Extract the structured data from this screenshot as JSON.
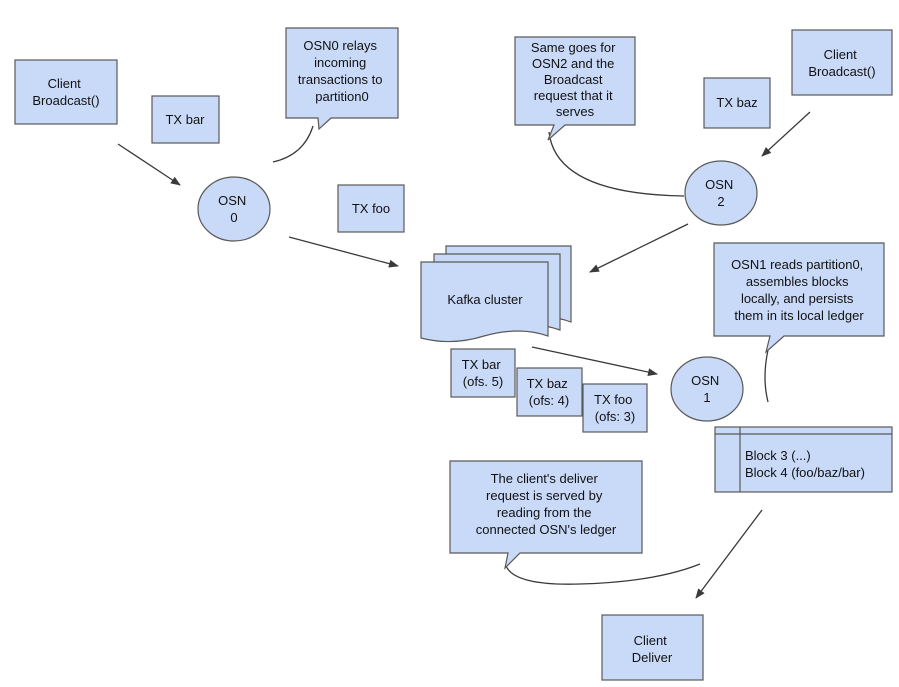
{
  "colors": {
    "fill": "#c9daf8",
    "stroke": "#595959",
    "line": "#3a3a3a"
  },
  "nodes": {
    "client_broadcast_left": [
      "Client",
      "Broadcast()"
    ],
    "client_broadcast_right": [
      "Client",
      "Broadcast()"
    ],
    "tx_bar": [
      "TX bar"
    ],
    "tx_foo": [
      "TX foo"
    ],
    "tx_baz": [
      "TX baz"
    ],
    "osn0": [
      "OSN",
      "0"
    ],
    "osn2": [
      "OSN",
      "2"
    ],
    "osn1": [
      "OSN",
      "1"
    ],
    "kafka": [
      "Kafka cluster"
    ],
    "tx_bar_ofs": [
      "TX bar",
      "(ofs. 5)"
    ],
    "tx_baz_ofs": [
      "TX baz",
      "(ofs: 4)"
    ],
    "tx_foo_ofs": [
      "TX foo",
      "(ofs: 3)"
    ],
    "ledger": [
      "Block 3 (...)",
      "Block 4 (foo/baz/bar)"
    ],
    "client_deliver": [
      "Client",
      "Deliver"
    ]
  },
  "callouts": {
    "osn0_note": [
      "OSN0 relays",
      "incoming",
      "transactions to",
      "partition0"
    ],
    "osn2_note": [
      "Same goes for",
      "OSN2 and the",
      "Broadcast",
      "request that it",
      "serves"
    ],
    "osn1_note": [
      "OSN1 reads partition0,",
      "assembles blocks",
      "locally, and persists",
      "them in its local ledger"
    ],
    "deliver_note": [
      "The client's deliver",
      "request is served by",
      "reading from the",
      "connected OSN's ledger"
    ]
  }
}
